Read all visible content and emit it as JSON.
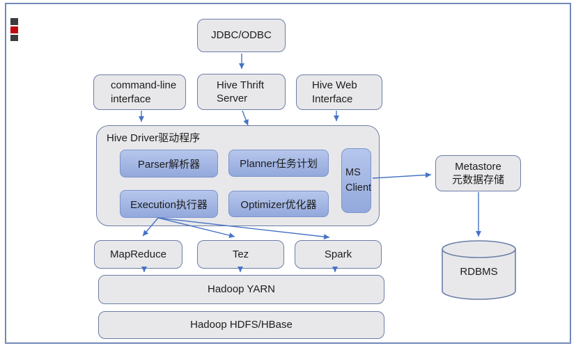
{
  "diagram": {
    "nodes": {
      "jdbc": {
        "label": "JDBC/ODBC"
      },
      "cli": {
        "line1": "command-line",
        "line2": "interface"
      },
      "thrift": {
        "line1": "Hive Thrift",
        "line2": "Server"
      },
      "web": {
        "line1": "Hive Web",
        "line2": "Interface"
      },
      "driver": {
        "label": "Hive Driver驱动程序"
      },
      "parser": {
        "label": "Parser解析器"
      },
      "planner": {
        "label": "Planner任务计划"
      },
      "execution": {
        "label": "Execution执行器"
      },
      "optimizer": {
        "label": "Optimizer优化器"
      },
      "ms_client": {
        "line1": "MS",
        "line2": "Client"
      },
      "metastore": {
        "line1": "Metastore",
        "line2": "元数据存储"
      },
      "rdbms": {
        "label": "RDBMS"
      },
      "mapreduce": {
        "label": "MapReduce"
      },
      "tez": {
        "label": "Tez"
      },
      "spark": {
        "label": "Spark"
      },
      "yarn": {
        "label": "Hadoop YARN"
      },
      "hdfs": {
        "label": "Hadoop HDFS/HBase"
      }
    },
    "edges": [
      {
        "from": "JDBC/ODBC",
        "to": "Hive Thrift Server"
      },
      {
        "from": "command-line interface",
        "to": "Hive Driver"
      },
      {
        "from": "Hive Thrift Server",
        "to": "Hive Driver"
      },
      {
        "from": "Hive Web Interface",
        "to": "Hive Driver"
      },
      {
        "from": "MS Client",
        "to": "Metastore"
      },
      {
        "from": "Metastore",
        "to": "RDBMS"
      },
      {
        "from": "Execution执行器",
        "to": "MapReduce"
      },
      {
        "from": "Execution执行器",
        "to": "Tez"
      },
      {
        "from": "Execution执行器",
        "to": "Spark"
      },
      {
        "from": "MapReduce",
        "to": "Hadoop YARN"
      },
      {
        "from": "Tez",
        "to": "Hadoop YARN"
      },
      {
        "from": "Spark",
        "to": "Hadoop YARN"
      }
    ],
    "colors": {
      "arrow": "#4472c4",
      "box_fill": "#e8e8ea",
      "box_border": "#6b7ca6",
      "inner_fill_top": "#b6c6ec",
      "inner_fill_bottom": "#93a9dc",
      "inner_border": "#7d93cb",
      "frame_border": "#7288b8",
      "marker_dark": "#3c3c3e",
      "marker_red": "#c1070f"
    }
  }
}
